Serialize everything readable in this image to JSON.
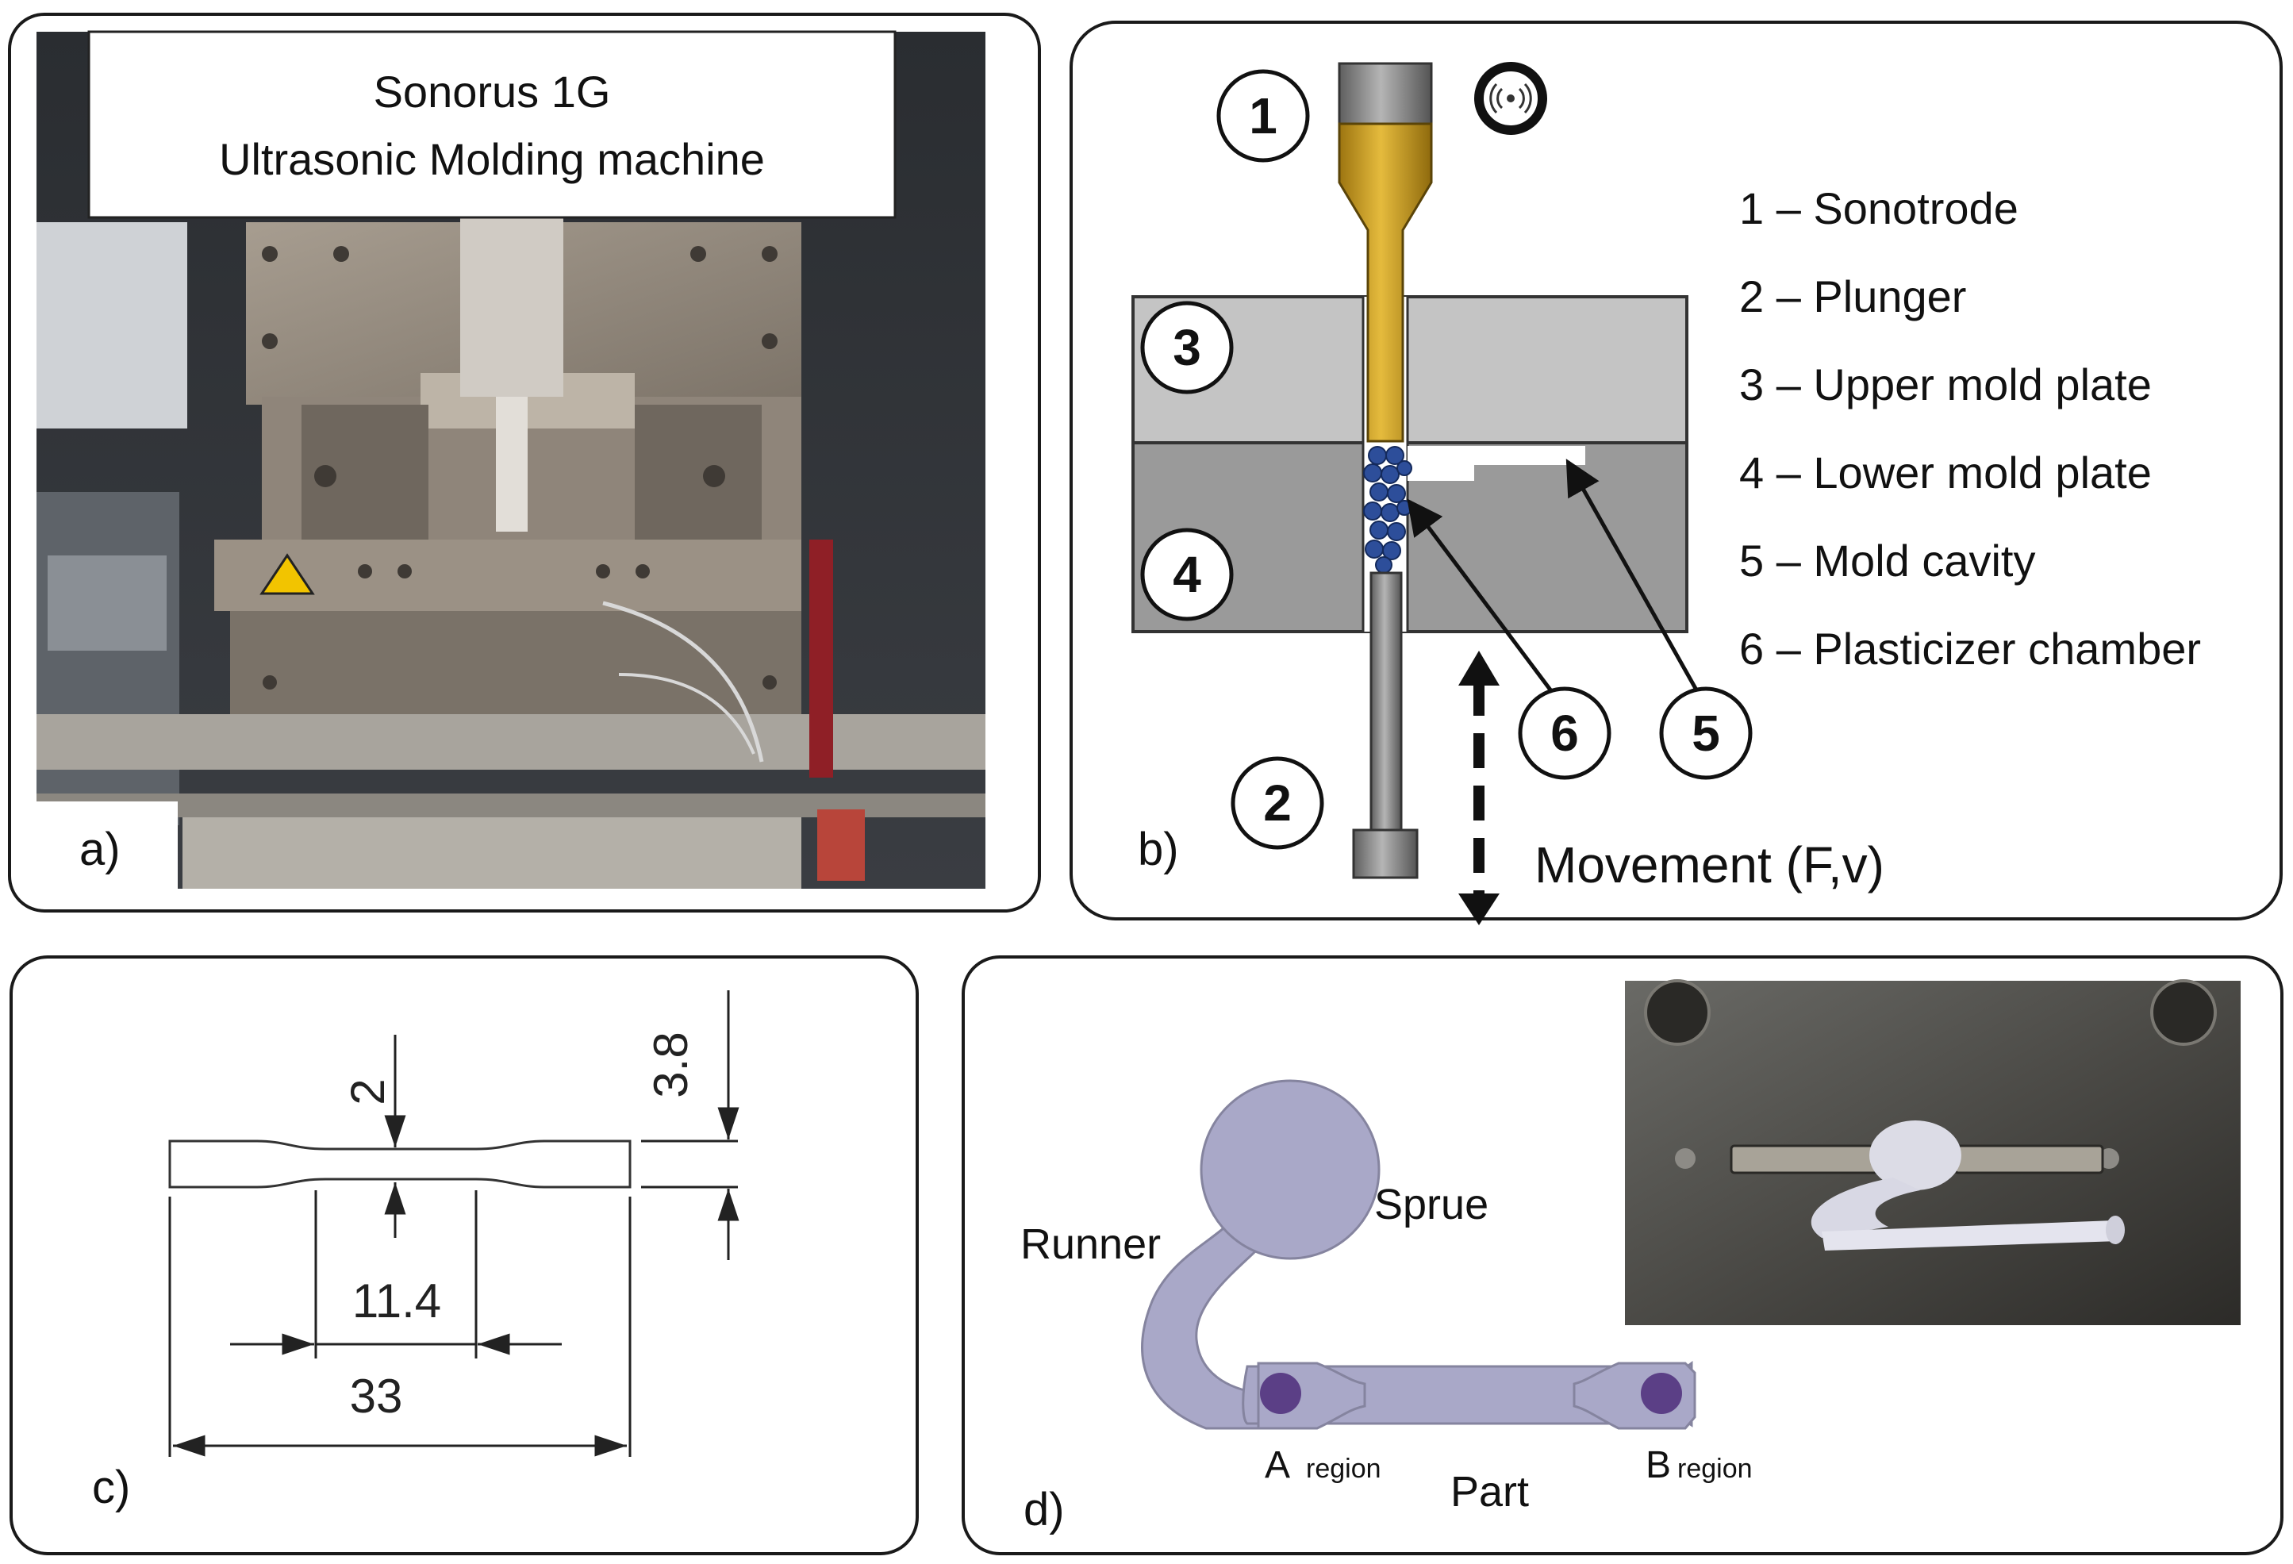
{
  "figure": {
    "panel_a": {
      "label": "a)",
      "title_line1": "Sonorus 1G",
      "title_line2": "Ultrasonic Molding machine"
    },
    "panel_b": {
      "label": "b)",
      "markers": [
        "1",
        "2",
        "3",
        "4",
        "5",
        "6"
      ],
      "legend": [
        "1 – Sonotrode",
        "2 – Plunger",
        "3 – Upper mold plate",
        "4 – Lower mold plate",
        "5 – Mold cavity",
        "6 – Plasticizer chamber"
      ],
      "movement": "Movement (F,v)"
    },
    "panel_c": {
      "label": "c)",
      "dims": {
        "thickness": "2",
        "height": "3.8",
        "gauge": "11.4",
        "overall": "33"
      }
    },
    "panel_d": {
      "label": "d)",
      "runner": "Runner",
      "sprue": "Sprue",
      "part": "Part",
      "region_a_letter": "A",
      "region_b_letter": "B",
      "region_word": "region"
    },
    "colors": {
      "sonotrode": "#c99a1e",
      "plunger": "#8a8a8a",
      "upper_plate": "#c4c4c4",
      "lower_plate": "#9a9a9a",
      "pellets": "#2d4e9a",
      "part_fill": "#a9a8c8",
      "region_marks": "#5b3f86"
    },
    "icons": [
      "ultrasound-icon"
    ]
  }
}
